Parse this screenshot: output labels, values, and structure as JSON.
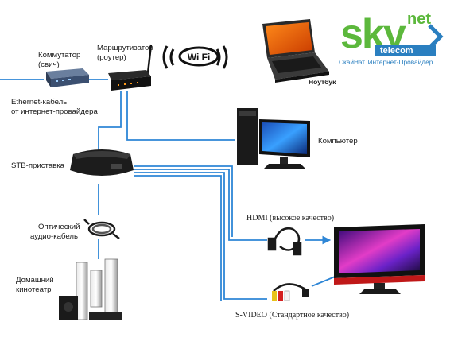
{
  "logo": {
    "word_main": "sky",
    "word_top": "net",
    "word_sub": "telecom",
    "tagline": "СкайНэт. Интернет-Провайдер",
    "colors": {
      "green": "#5cb83c",
      "blue": "#2a7fc0"
    }
  },
  "labels": {
    "switch_line1": "Коммутатор",
    "switch_line2": "(свич)",
    "router_line1": "Маршрутизатор",
    "router_line2": "(роутер)",
    "ethernet_line1": "Ethernet-кабель",
    "ethernet_line2": "от интернет-провайдера",
    "laptop": "Ноутбук",
    "computer": "Компьютер",
    "stb": "STB-приставка",
    "optical_line1": "Оптический",
    "optical_line2": "аудио-кабель",
    "hometheater_line1": "Домашний",
    "hometheater_line2": "кинотеатр",
    "hdmi": "HDMI (высокое качество)",
    "svideo": "S-VIDEO (Стандартное качество)"
  },
  "wifi_badge": "Wi Fi",
  "colors": {
    "cable": "#2e86d6",
    "device_dark": "#111111"
  }
}
